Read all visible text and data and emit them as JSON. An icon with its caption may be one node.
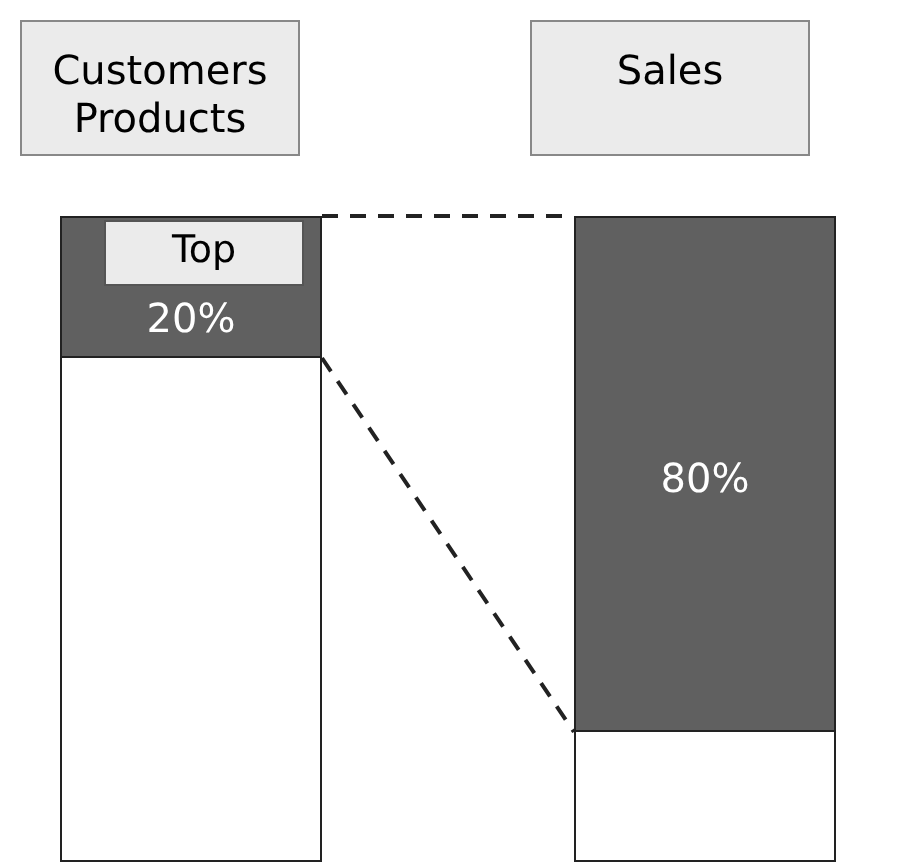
{
  "diagram": {
    "nodes": [
      {
        "text": [
          "Customers Products"
        ]
      },
      {
        "text": [
          "Sales"
        ]
      },
      {
        "text": [
          "20%"
        ]
      },
      {
        "text": [
          "Top"
        ],
        "in": 2
      },
      {
        "text": [],
        "shape": "box"
      },
      {
        "text": [
          "80%"
        ]
      },
      {
        "text": [],
        "shape": "box"
      }
    ],
    "edges": [
      {
        "from": 2,
        "to": 5,
        "arrow": "none",
        "style": "dashed"
      },
      {
        "from": 2,
        "to": 5,
        "arrow": "none",
        "style": "dashed"
      }
    ]
  }
}
